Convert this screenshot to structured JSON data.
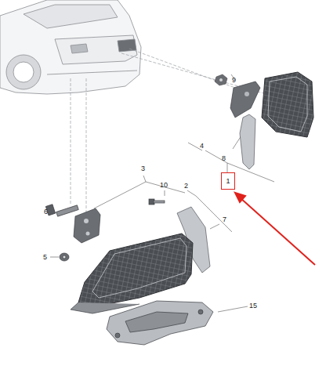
{
  "diagram": {
    "nodes": [
      {
        "text": [
          "1"
        ]
      }
    ],
    "labels": [
      "9",
      "4",
      "8",
      "3",
      "10",
      "2",
      "6",
      "7",
      "5",
      "15"
    ]
  }
}
